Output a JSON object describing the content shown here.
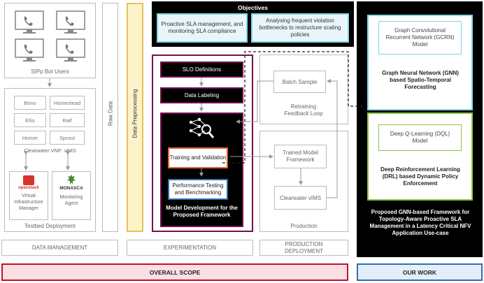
{
  "data_management": {
    "sipp_label": "SIPp Bot Users",
    "clearwater_label": "Clearwater VNF: vIMS",
    "components": [
      "Bono",
      "Homestead",
      "Ellis",
      "Ralf",
      "Homer",
      "Sprout"
    ],
    "openstack_logo": "openstack",
    "openstack_label": "Virtual Infrastructure Manager",
    "monasca_logo": "MONASCA",
    "monasca_label": "Monitoring Agent",
    "testbed_label": "Testbed Deployment",
    "raw_data_label": "Raw Data",
    "section_label": "DATA MANAGEMENT"
  },
  "preprocessing_label": "Data Preprocessing",
  "objectives": {
    "title": "Objectives",
    "items": [
      "Proactive SLA management, and monitoring SLA compliance",
      "Analysing frequent violation bottlenecks to restructure scaling policies"
    ]
  },
  "experimentation": {
    "slo_definitions": "SLO Definitions",
    "data_labeling": "Data Labeling",
    "training": "Training and Validation",
    "performance": "Performance Testing and Benchmarking",
    "model_dev": "Model Development for the Proposed Framework",
    "section_label": "EXPERIMENTATION"
  },
  "production": {
    "batch_sample": "Batch Sample",
    "retraining": "Retraining Feedback Loop",
    "trained_model": "Trained Model Framework",
    "clearwater": "Clearwater vIMS",
    "label": "Production",
    "section_label": "PRODUCTION DEPLOYMENT"
  },
  "our_work": {
    "gcrn_box": "Graph Convolutional Recurrent Network (GCRN) Model",
    "gnn_caption": "Graph Neural Network (GNN) based Spatio-Temporal Forecasting",
    "dql_box": "Deep Q-Learning (DQL) Model",
    "drl_caption": "Deep Reinforcement Learning (DRL) based Dynamic Policy Enforcement",
    "proposed": "Proposed GNN-based Framework for Topology-Aware Proactive SLA Management in a Latency Critical NFV Application Use-case",
    "section_label": "OUR WORK"
  },
  "overall_scope": "OVERALL SCOPE",
  "colors": {
    "scope_red": "#c0102a",
    "our_work_blue": "#2f6fb3",
    "preprocess_fill": "#fdf3c8",
    "preprocess_border": "#e6c25a",
    "experiment_border": "#7a0e4e",
    "cyan_box": "#7fd6e6",
    "green_box": "#8cc63f",
    "orange_box": "#e8632b"
  }
}
